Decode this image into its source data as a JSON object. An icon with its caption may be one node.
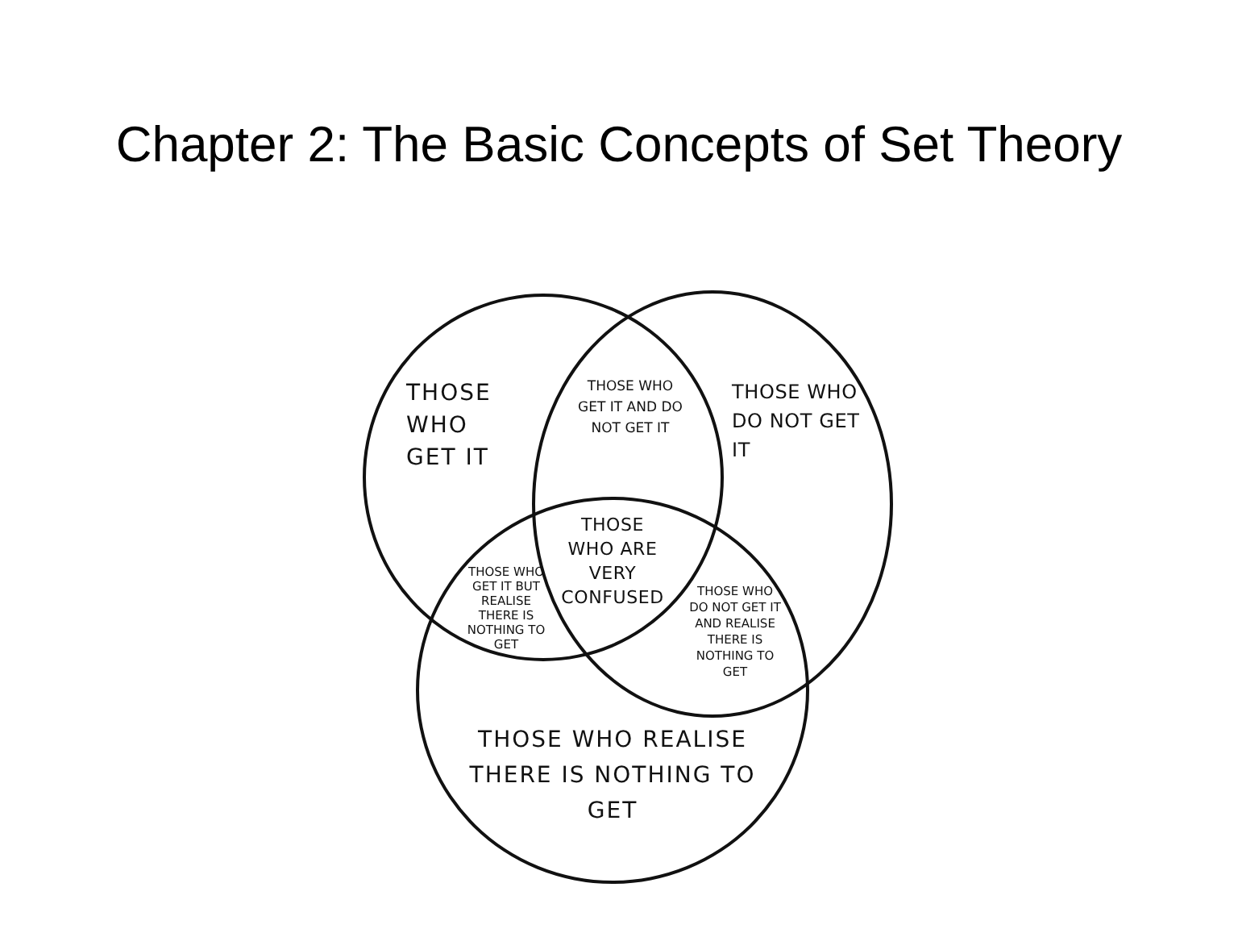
{
  "diagram": {
    "title": "Chapter 2: The Basic Concepts of Set Theory",
    "nodes": [
      {
        "text": [
          "THOSE WHO GET IT"
        ]
      },
      {
        "text": [
          "THOSE WHO DO NOT GET IT"
        ]
      },
      {
        "text": [
          "THOSE WHO REALISE THERE IS NOTHING TO GET"
        ]
      }
    ],
    "edges": [],
    "labels": [
      "THOSE WHO GET IT AND DO NOT GET IT",
      "THOSE WHO GET IT BUT REALISE THERE IS NOTHING TO GET",
      "THOSE WHO ARE VERY CONFUSED",
      "THOSE WHO DO NOT GET IT AND REALISE THERE IS NOTHING TO GET"
    ]
  }
}
